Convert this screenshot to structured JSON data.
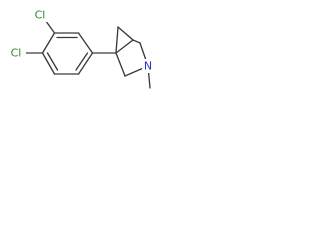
{
  "molecule": {
    "atoms": {
      "chlorine_top": {
        "symbol": "Cl",
        "color": "#2e8a28"
      },
      "chlorine_bottom": {
        "symbol": "Cl",
        "color": "#2e8a28"
      },
      "nitrogen": {
        "symbol": "N",
        "color": "#2a2ad8"
      }
    },
    "bond_color": "#3a3a3a",
    "background": "#ffffff"
  }
}
